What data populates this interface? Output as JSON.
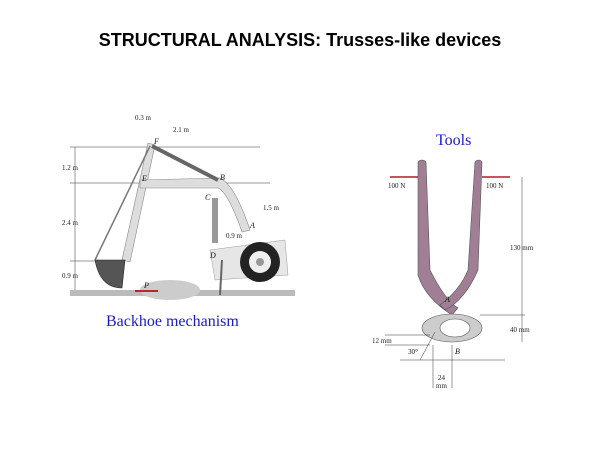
{
  "slide": {
    "title": "STRUCTURAL ANALYSIS: Trusses-like devices"
  },
  "backhoe": {
    "caption": "Backhoe mechanism",
    "dims": {
      "d03": "0.3 m",
      "d21": "2.1 m",
      "d12": "1.2 m",
      "d24": "2.4 m",
      "d09": "0.9 m",
      "d15": "1.5 m",
      "d09b": "0.9 m"
    },
    "points": {
      "F": "F",
      "E": "E",
      "B": "B",
      "C": "C",
      "A": "A",
      "D": "D",
      "P": "P"
    }
  },
  "tools": {
    "caption": "Tools",
    "forces": {
      "left": "100 N",
      "right": "100 N"
    },
    "dims": {
      "d130": "130 mm",
      "d40": "40 mm",
      "d12": "12 mm",
      "angle": "30°",
      "d24": "24",
      "d24unit": "mm"
    },
    "points": {
      "A": "A",
      "B": "B"
    },
    "colors": {
      "handle": "#a07f94",
      "force": "#b01c2a"
    }
  }
}
